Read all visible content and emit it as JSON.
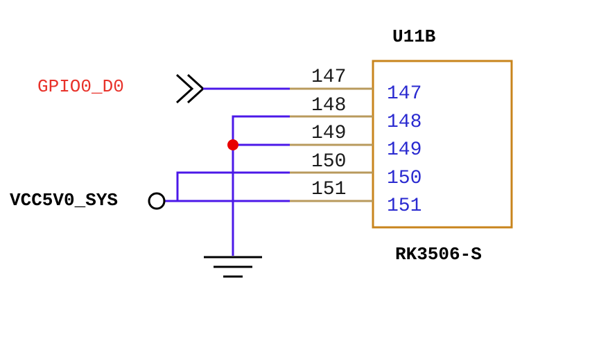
{
  "colors": {
    "wire": "#4b18e8",
    "pin": "#b89a5c",
    "body": "#c8841c",
    "junction": "#e80000",
    "net_red": "#e8322a",
    "pin_name": "#2a2ad0",
    "text": "#000000"
  },
  "component": {
    "ref": "U11B",
    "part": "RK3506-S",
    "pins": [
      {
        "number": "147",
        "name": "147"
      },
      {
        "number": "148",
        "name": "148"
      },
      {
        "number": "149",
        "name": "149"
      },
      {
        "number": "150",
        "name": "150"
      },
      {
        "number": "151",
        "name": "151"
      }
    ]
  },
  "nets": {
    "gpio": "GPIO0_D0",
    "power": "VCC5V0_SYS"
  },
  "icons": {
    "gpio_port": "double-chevron-port-icon",
    "power_port": "circle-power-port-icon",
    "ground": "ground-symbol-icon",
    "junction": "junction-dot-icon"
  }
}
